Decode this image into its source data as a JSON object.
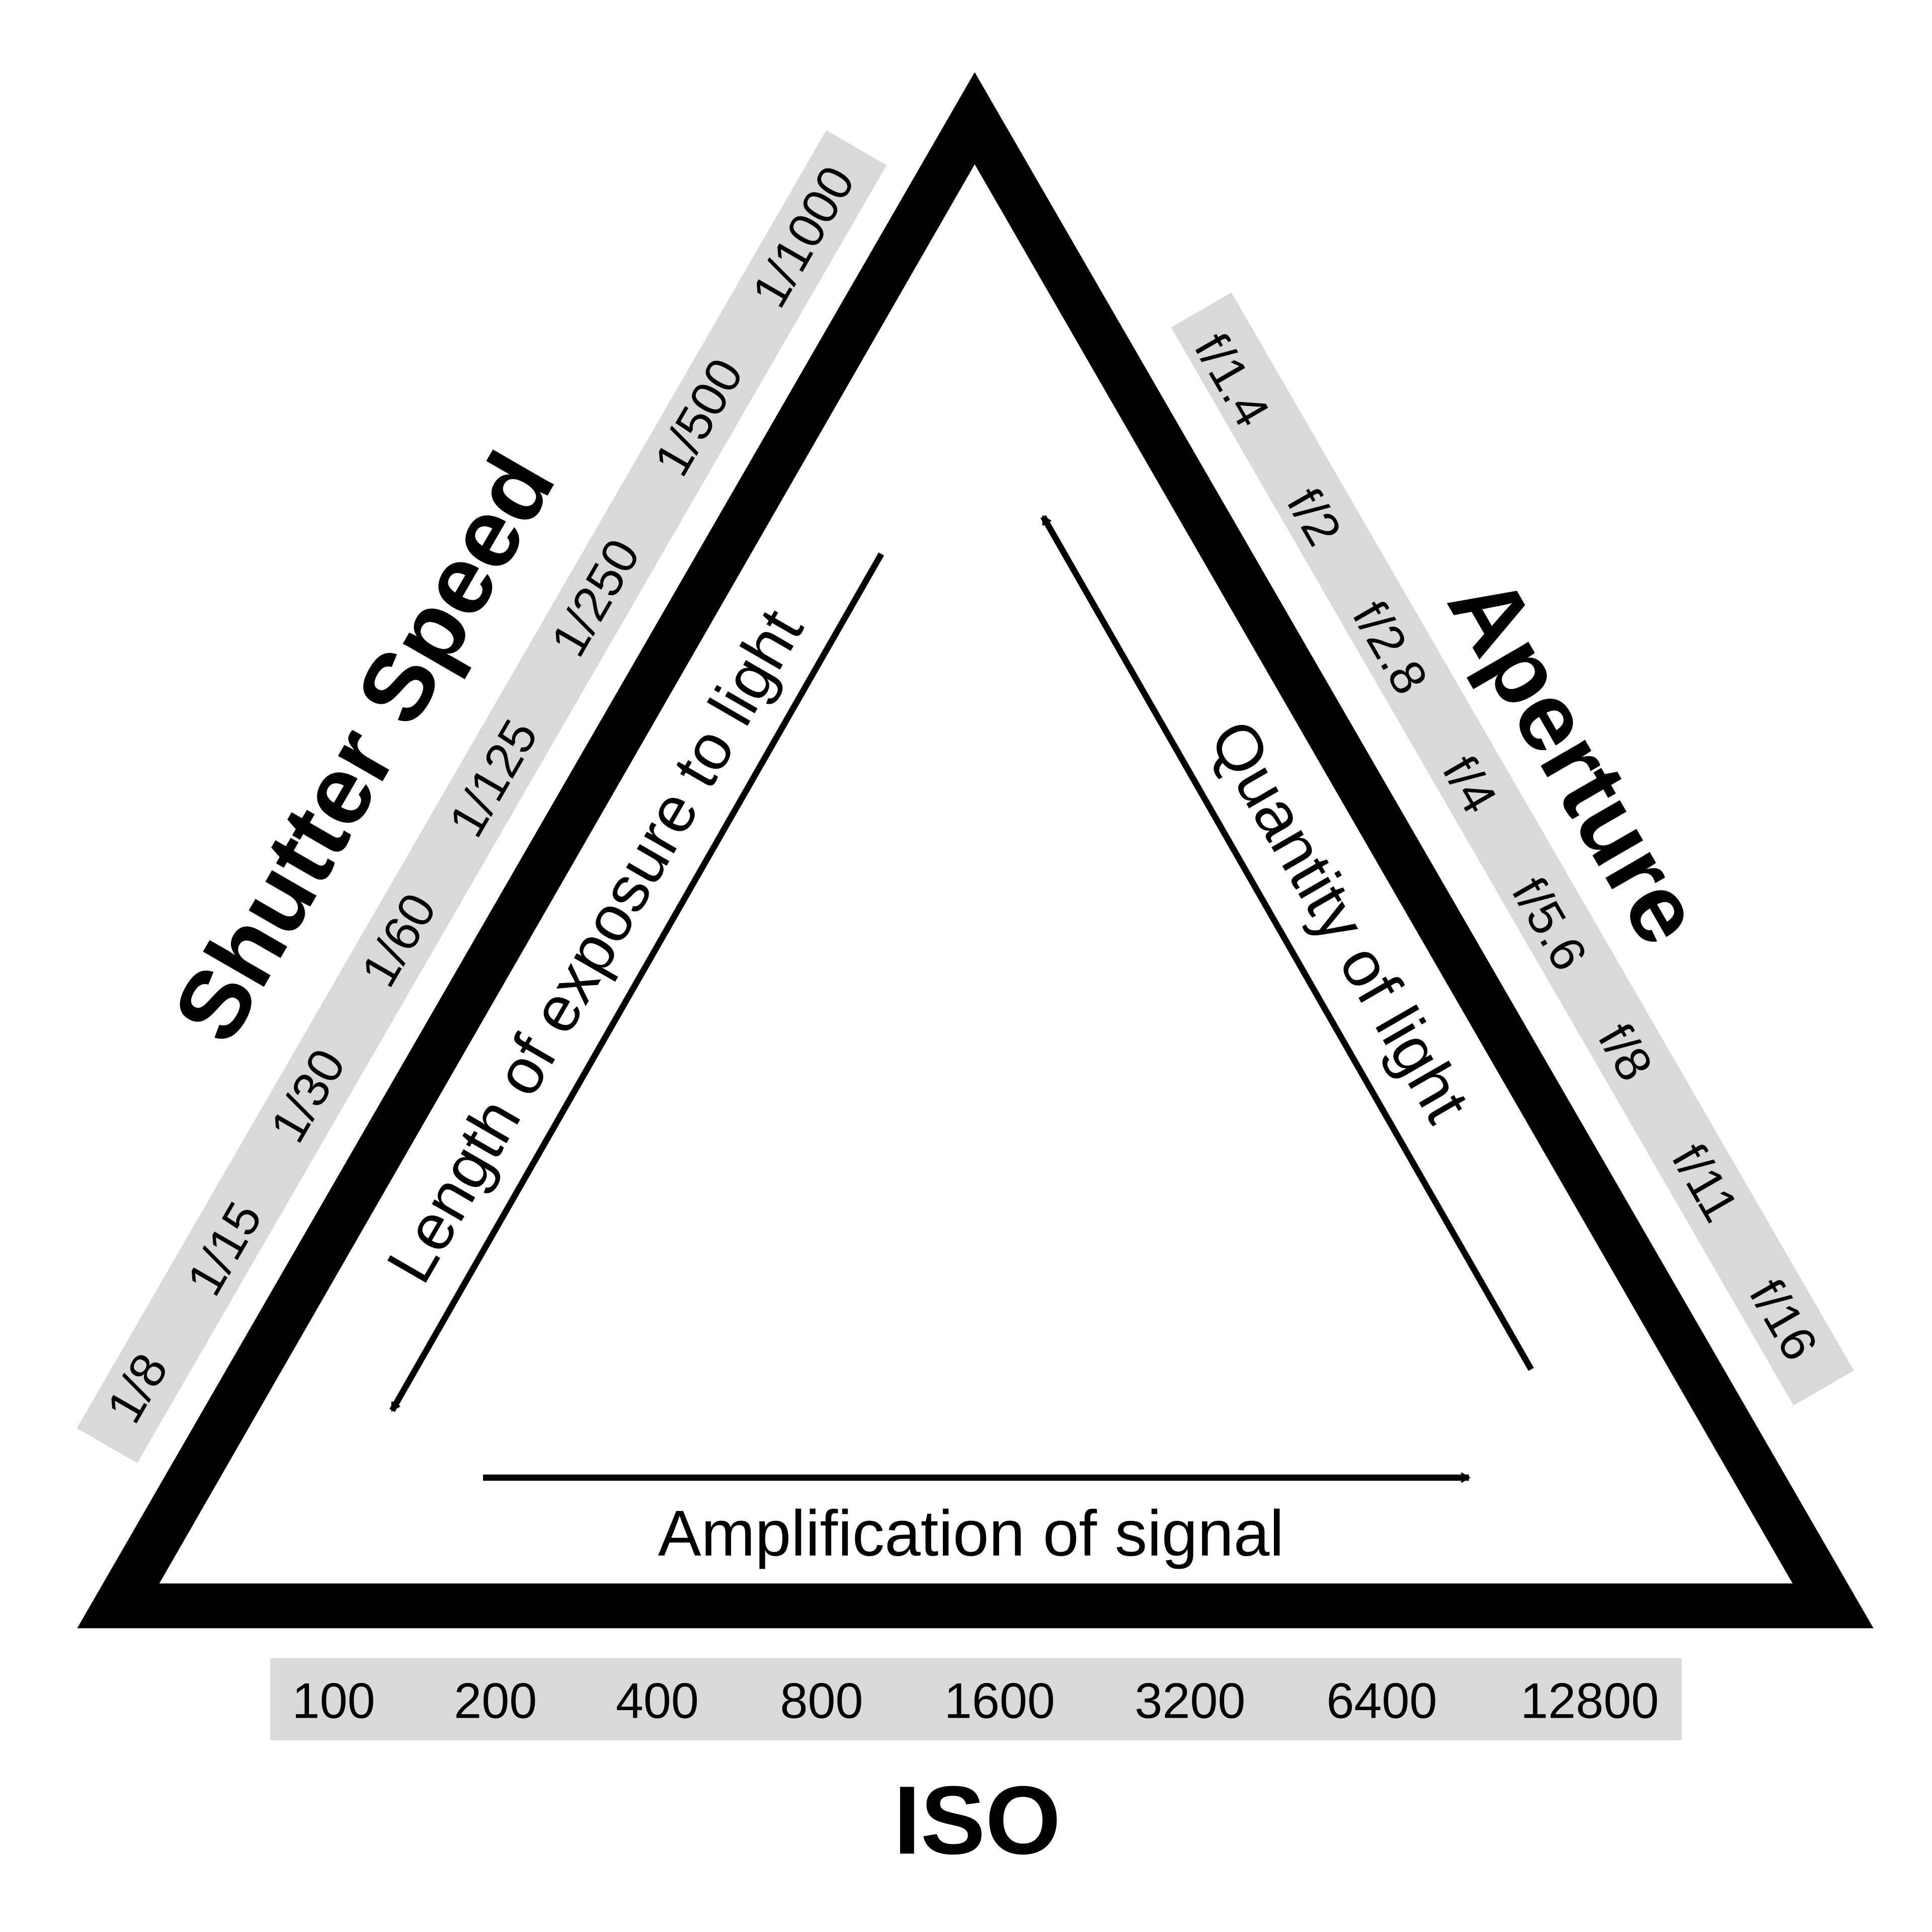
{
  "shutter": {
    "title": "Shutter Speed",
    "values": [
      "1/8",
      "1/15",
      "1/30",
      "1/60",
      "1/125",
      "1/250",
      "1/500",
      "1/1000"
    ],
    "description": "Length of exposure to light"
  },
  "aperture": {
    "title": "Aperture",
    "values": [
      "f/1.4",
      "f/2",
      "f/2.8",
      "f/4",
      "f/5.6",
      "f/8",
      "f/11",
      "f/16"
    ],
    "description": "Quantity of light"
  },
  "iso": {
    "title": "ISO",
    "values": [
      "100",
      "200",
      "400",
      "800",
      "1600",
      "3200",
      "6400",
      "12800"
    ],
    "description": "Amplification of signal"
  },
  "colors": {
    "band": "#d9d9d9",
    "stroke": "#000000"
  }
}
